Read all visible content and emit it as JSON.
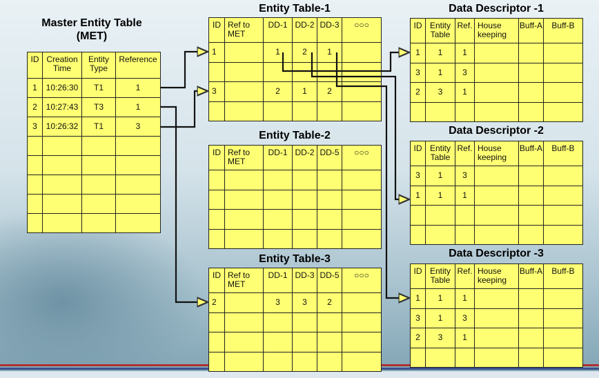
{
  "met": {
    "title_line1": "Master Entity Table",
    "title_line2": "(MET)",
    "headers": [
      "ID",
      "Creation Time",
      "Entity Type",
      "Reference"
    ],
    "rows": [
      [
        "1",
        "10:26:30",
        "T1",
        "1"
      ],
      [
        "2",
        "10:27:43",
        "T3",
        "1"
      ],
      [
        "3",
        "10:26:32",
        "T1",
        "3"
      ],
      [
        "",
        "",
        "",
        ""
      ],
      [
        "",
        "",
        "",
        ""
      ],
      [
        "",
        "",
        "",
        ""
      ],
      [
        "",
        "",
        "",
        ""
      ],
      [
        "",
        "",
        "",
        ""
      ]
    ]
  },
  "entity_tables": [
    {
      "title": "Entity Table-1",
      "headers": [
        "ID",
        "Ref to MET",
        "DD-1",
        "DD-2",
        "DD-3",
        "○○○"
      ],
      "rows": [
        [
          "1",
          "",
          "1",
          "2",
          "1",
          ""
        ],
        [
          "",
          "",
          "",
          "",
          "",
          ""
        ],
        [
          "3",
          "",
          "2",
          "1",
          "2",
          ""
        ],
        [
          "",
          "",
          "",
          "",
          "",
          ""
        ]
      ]
    },
    {
      "title": "Entity Table-2",
      "headers": [
        "ID",
        "Ref to MET",
        "DD-1",
        "DD-2",
        "DD-5",
        "○○○"
      ],
      "rows": [
        [
          "",
          "",
          "",
          "",
          "",
          ""
        ],
        [
          "",
          "",
          "",
          "",
          "",
          ""
        ],
        [
          "",
          "",
          "",
          "",
          "",
          ""
        ],
        [
          "",
          "",
          "",
          "",
          "",
          ""
        ]
      ]
    },
    {
      "title": "Entity Table-3",
      "headers": [
        "ID",
        "Ref to MET",
        "DD-1",
        "DD-3",
        "DD-5",
        "○○○"
      ],
      "rows": [
        [
          "2",
          "",
          "3",
          "3",
          "2",
          ""
        ],
        [
          "",
          "",
          "",
          "",
          "",
          ""
        ],
        [
          "",
          "",
          "",
          "",
          "",
          ""
        ],
        [
          "",
          "",
          "",
          "",
          "",
          ""
        ]
      ]
    }
  ],
  "data_descriptors": [
    {
      "title": "Data Descriptor -1",
      "headers": [
        "ID",
        "Entity Table",
        "Ref.",
        "House keeping",
        "Buff-A",
        "Buff-B"
      ],
      "rows": [
        [
          "1",
          "1",
          "1",
          "",
          "",
          ""
        ],
        [
          "3",
          "1",
          "3",
          "",
          "",
          ""
        ],
        [
          "2",
          "3",
          "1",
          "",
          "",
          ""
        ],
        [
          "",
          "",
          "",
          "",
          "",
          ""
        ]
      ]
    },
    {
      "title": "Data Descriptor -2",
      "headers": [
        "ID",
        "Entity Table",
        "Ref.",
        "House keeping",
        "Buff-A",
        "Buff-B"
      ],
      "rows": [
        [
          "3",
          "1",
          "3",
          "",
          "",
          ""
        ],
        [
          "1",
          "1",
          "1",
          "",
          "",
          ""
        ],
        [
          "",
          "",
          "",
          "",
          "",
          ""
        ],
        [
          "",
          "",
          "",
          "",
          "",
          ""
        ]
      ]
    },
    {
      "title": "Data Descriptor -3",
      "headers": [
        "ID",
        "Entity Table",
        "Ref.",
        "House keeping",
        "Buff-A",
        "Buff-B"
      ],
      "rows": [
        [
          "1",
          "1",
          "1",
          "",
          "",
          ""
        ],
        [
          "3",
          "1",
          "3",
          "",
          "",
          ""
        ],
        [
          "2",
          "3",
          "1",
          "",
          "",
          ""
        ],
        [
          "",
          "",
          "",
          "",
          "",
          ""
        ]
      ]
    }
  ]
}
